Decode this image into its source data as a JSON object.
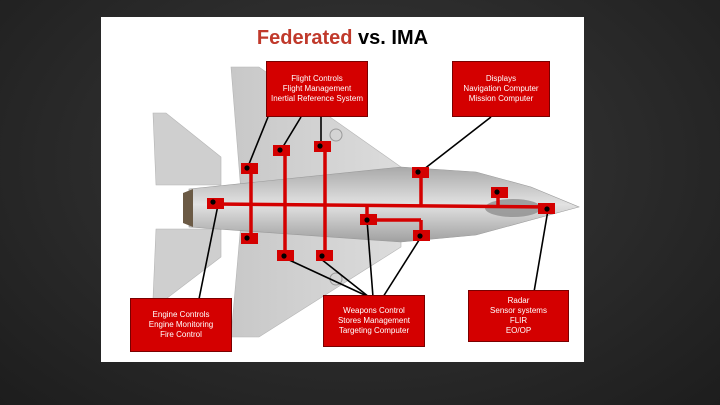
{
  "title": {
    "part1": "Federated",
    "part2": " vs. IMA"
  },
  "boxes": {
    "flight": [
      "Flight Controls",
      "Flight Management",
      "Inertial Reference System"
    ],
    "displays": [
      "Displays",
      "Navigation Computer",
      "Mission Computer"
    ],
    "engine": [
      "Engine Controls",
      "Engine Monitoring",
      "Fire Control"
    ],
    "weapons": [
      "Weapons Control",
      "Stores Management",
      "Targeting Computer"
    ],
    "radar": [
      "Radar",
      "Sensor systems",
      "FLIR",
      "EO/OP"
    ]
  },
  "colors": {
    "accent": "#c0392b",
    "box": "#d40000",
    "bus": "#d40000",
    "node": "#000000"
  }
}
